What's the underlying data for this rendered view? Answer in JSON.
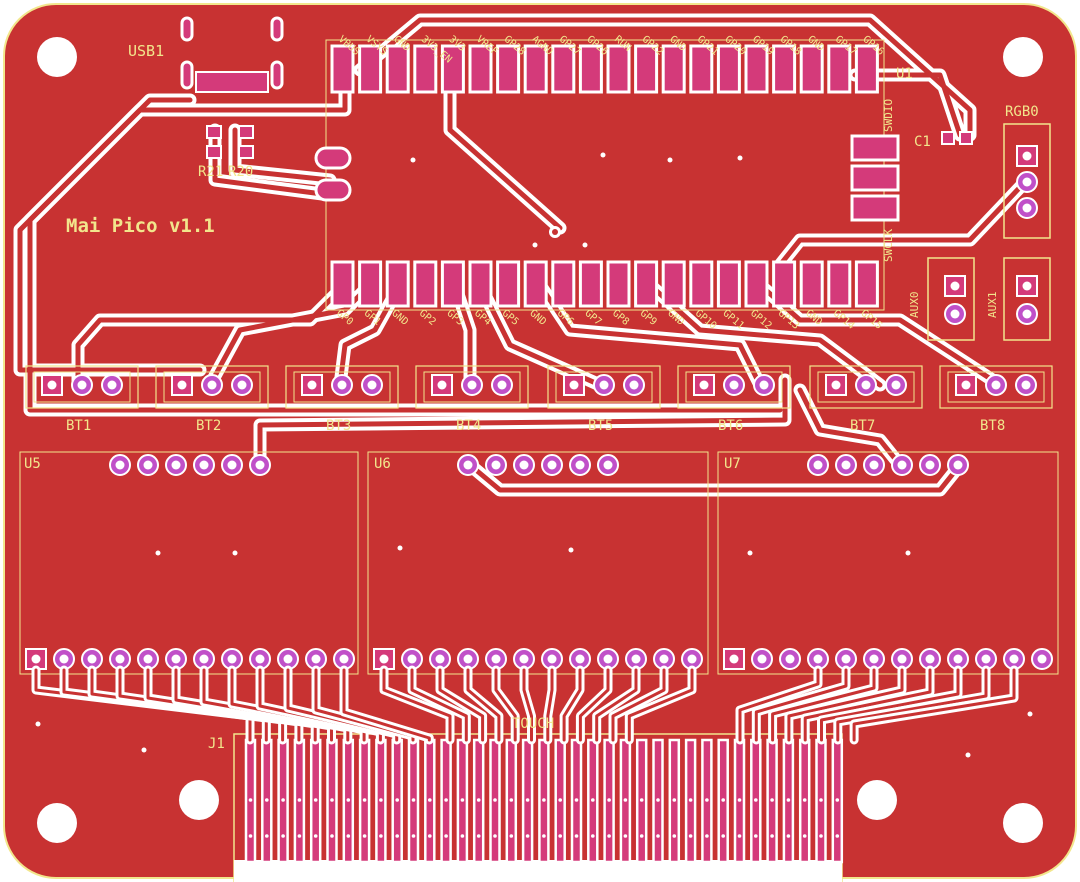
{
  "title": "Mai Pico v1.1",
  "colors": {
    "copper": "#c83232",
    "clearance": "#ffffff",
    "pad": "#d43a7a",
    "silk": "#f2e68c",
    "hole": "#ffffff",
    "via_ring": "#c050c8"
  },
  "refs": {
    "usb": "USB1",
    "u1": "U1",
    "rgb": "RGB0",
    "c1": "C1",
    "r21": "R21",
    "r20": "R20",
    "u5": "U5",
    "u6": "U6",
    "u7": "U7",
    "j1": "J1",
    "touch": "TOUCH",
    "swdio": "SWDIO",
    "swclk": "SWCLK",
    "aux0": "AUX0",
    "aux1": "AUX1"
  },
  "buttons": [
    "BT1",
    "BT2",
    "BT3",
    "BT4",
    "BT5",
    "BT6",
    "BT7",
    "BT8"
  ],
  "u1_top_pins": [
    "VBUS",
    "VSYS",
    "GND",
    "3V3_EN",
    "3V3",
    "VREF",
    "GP28",
    "AGND",
    "GP27",
    "GP26",
    "RUN",
    "GP22",
    "GND",
    "GP21",
    "GP20",
    "GP19",
    "GP18",
    "GND",
    "GP17",
    "GP16"
  ],
  "u1_bottom_pins": [
    "GP0",
    "GP1",
    "GND",
    "GP2",
    "GP3",
    "GP4",
    "GP5",
    "GND",
    "GP6",
    "GP7",
    "GP8",
    "GP9",
    "GND",
    "GP10",
    "GP11",
    "GP12",
    "GP13",
    "GND",
    "GP14",
    "GP15"
  ]
}
